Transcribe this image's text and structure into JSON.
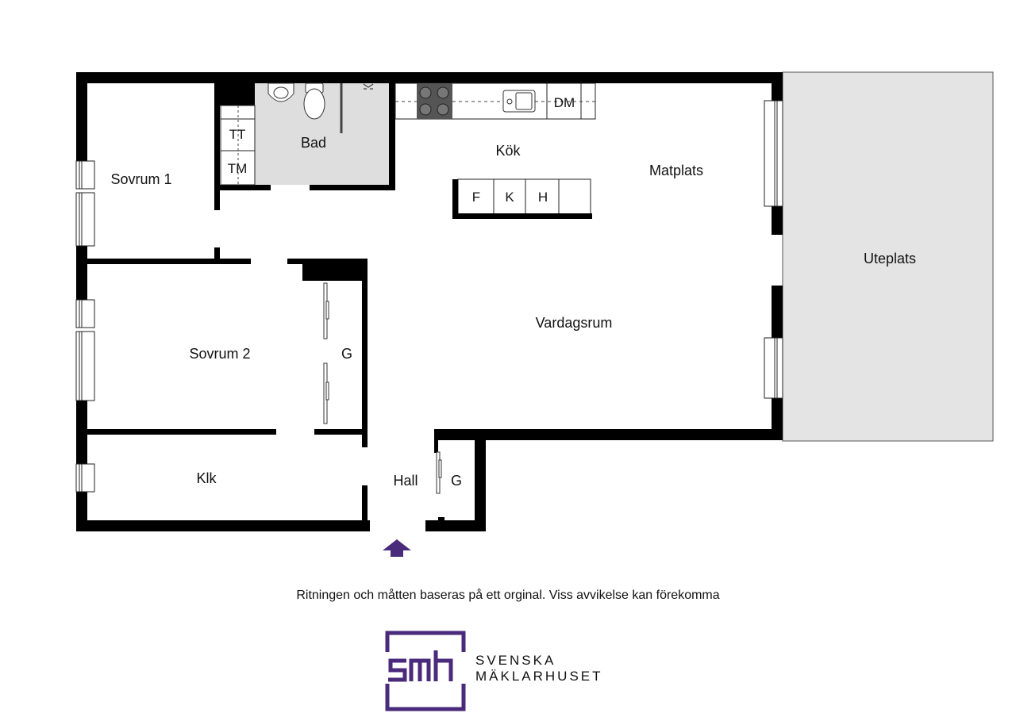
{
  "rooms": {
    "sovrum1": "Sovrum 1",
    "sovrum2": "Sovrum 2",
    "klk": "Klk",
    "bad": "Bad",
    "kok": "Kök",
    "matplats": "Matplats",
    "vardagsrum": "Vardagsrum",
    "hall": "Hall",
    "uteplats": "Uteplats",
    "garderob1": "G",
    "garderob2": "G"
  },
  "fixtures": {
    "tt": "TT",
    "tm": "TM",
    "dm": "DM",
    "f": "F",
    "k": "K",
    "h": "H"
  },
  "disclaimer": "Ritningen och måtten baseras på ett orginal. Viss avvikelse kan förekomma",
  "brand": {
    "logo_mark": "smh",
    "line1": "SVENSKA",
    "line2": "MÄKLARHUSET",
    "color": "#4a2a7a"
  },
  "colors": {
    "wall": "#000000",
    "bath_floor": "#dedede",
    "patio": "#e4e4e4",
    "entrance_arrow": "#4a2a7a"
  },
  "icons": {
    "entrance": "entrance-arrow-icon",
    "stove": "stove-icon",
    "sink": "sink-icon",
    "toilet": "toilet-icon",
    "washbasin": "washbasin-icon",
    "shower": "shower-icon"
  }
}
